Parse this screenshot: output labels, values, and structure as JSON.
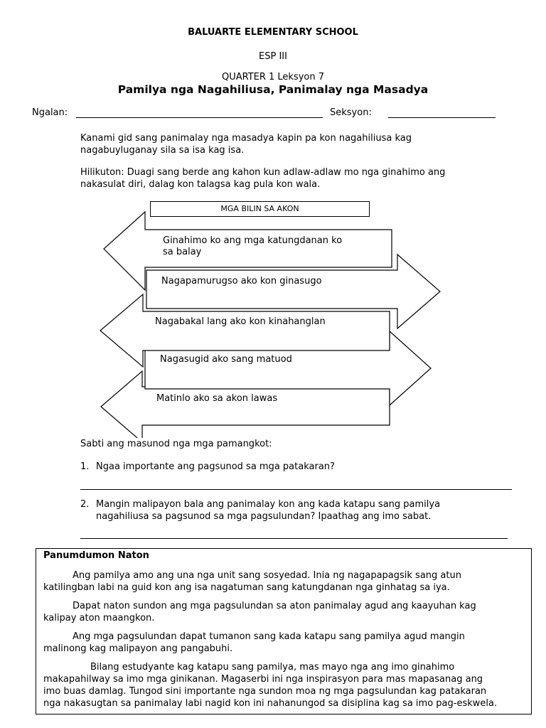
{
  "header": {
    "school": "BALUARTE ELEMENTARY SCHOOL",
    "subject": "ESP III",
    "quarter": "QUARTER 1 Leksyon 7",
    "title": "Pamilya nga Nagahiliusa, Panimalay nga Masadya"
  },
  "form": {
    "name_label": "Ngalan:",
    "section_label": "Seksyon:"
  },
  "intro": "Kanami gid sang panimalay nga masadya kapin pa kon nagahiliusa kag nagabuyluganay sila sa isa kag isa.",
  "instructions": "Hilikuton: Duagi sang berde ang kahon kun adlaw-adlaw mo nga ginahimo ang nakasulat diri, dalag kon talagsa kag pula kon wala.",
  "rules": {
    "banner": "MGA BILIN SA AKON",
    "items": [
      {
        "line1": "Ginahimo ko ang mga katungdanan ko",
        "line2": "sa balay"
      },
      {
        "line1": "Nagapamurugso ako kon ginasugo",
        "line2": ""
      },
      {
        "line1": "Nagabakal lang ako kon kinahanglan",
        "line2": ""
      },
      {
        "line1": "Nagasugid ako sang matuod",
        "line2": ""
      },
      {
        "line1": "Matinlo ako sa akon lawas",
        "line2": ""
      }
    ]
  },
  "questions": {
    "prompt": "Sabti ang masunod nga mga pamangkot:",
    "q1_num": "1.",
    "q1": "Ngaa importante ang pagsunod sa mga patakaran?",
    "q2_num": "2.",
    "q2_line1": "Mangin malipayon bala ang panimalay kon ang kada katapu sang pamilya",
    "q2_line2": "nagahiliusa sa pagsunod sa mga pagsulundan? Ipaathag ang imo sabat."
  },
  "reflection": {
    "title": "Panumdumon Naton",
    "p1_line1": "Ang pamilya amo ang una nga unit sang sosyedad. Inia ng nagapapagsik sang atun",
    "p1_line2": "katilingban labi na guid kon ang isa nagatuman sang katungdanan nga ginhatag sa iya.",
    "p2_line1": "Dapat naton sundon ang mga pagsulundan sa aton panimalay agud ang kaayuhan kag",
    "p2_line2": "kalipay aton maangkon.",
    "p3_line1": "Ang mga pagsulundan dapat tumanon sang kada katapu sang pamilya agud mangin",
    "p3_line2": "malinong kag malipayon ang pangabuhi.",
    "p4_line1": "Bilang estudyante kag katapu sang pamilya, mas mayo nga ang imo ginahimo",
    "p4_line2": "makapahilway sa imo mga ginikanan. Magaserbi ini nga inspirasyon para mas mapasanag ang",
    "p4_line3": "imo buas damlag. Tungod sini importante nga sundon moa ng mga pagsulundan kag patakaran",
    "p4_line4": "nga nakasugtan sa panimalay labi nagid kon ini nahanungod sa disiplina kag sa imo pag-eskwela."
  }
}
